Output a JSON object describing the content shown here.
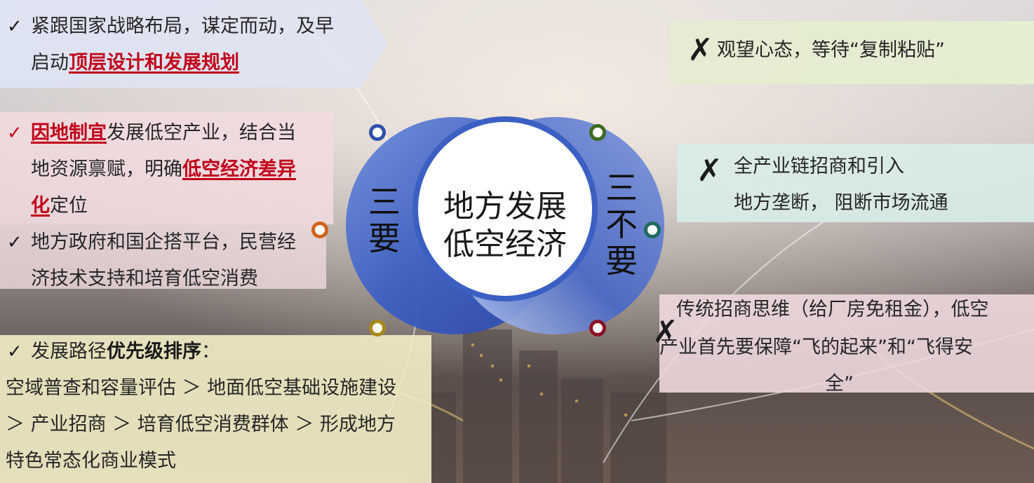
{
  "center": {
    "line1": "地方发展",
    "line2": "低空经济"
  },
  "left_ring_label": "三要",
  "right_ring_label": "三不要",
  "check_symbol": "✓",
  "cross_symbol": "✗",
  "must_do": {
    "item1": {
      "line1": "紧跟国家战略布局，谋定而动，及早",
      "line2_pre": "启动",
      "line2_hl": "顶层设计和发展规划"
    },
    "item2": {
      "line1_hl": "因地制宜",
      "line1_post": "发展低空产业，结合当",
      "line2_pre": "地资源禀赋，明确",
      "line2_hl": "低空经济差异",
      "line3_hl": "化",
      "line3_post": "定位"
    },
    "item3": {
      "line1": "地方政府和国企搭平台，民营经",
      "line2": "济技术支持和培育低空消费"
    },
    "item4": {
      "line1_pre": "发展路径",
      "line1_b": "优先级排序",
      "line1_post": "：",
      "line2": "空域普查和容量评估 ＞ 地面低空基础设施建设",
      "line3": "＞ 产业招商 ＞ 培育低空消费群体 ＞ 形成地方",
      "line4": "特色常态化商业模式"
    }
  },
  "must_not": {
    "item1": "观望心态，等待“复制粘贴”",
    "item2": {
      "line1": "全产业链招商和引入",
      "line2": "地方垄断， 阻断市场流通"
    },
    "item3": {
      "line1": "传统招商思维（给厂房免租金），低空",
      "line2": "产业首先要保障“飞的起来”和“飞得安",
      "line3": "全”"
    }
  },
  "colors": {
    "ring_blue": "#3f62c4",
    "ring_light": "#c6d2f2",
    "highlight_red": "#c0001a",
    "dot_blue": "#2f4fa8",
    "dot_green": "#3d6b1f",
    "dot_teal": "#1f6b5c",
    "dot_orange": "#d0631c",
    "dot_gold": "#a8891a",
    "dot_red": "#8c1326",
    "panel_blue": "#dfe4f3",
    "panel_pink": "#f1dcdf",
    "panel_yellow": "#f3edc7",
    "panel_green": "#e4efd0",
    "panel_teal": "#d9ece8"
  }
}
